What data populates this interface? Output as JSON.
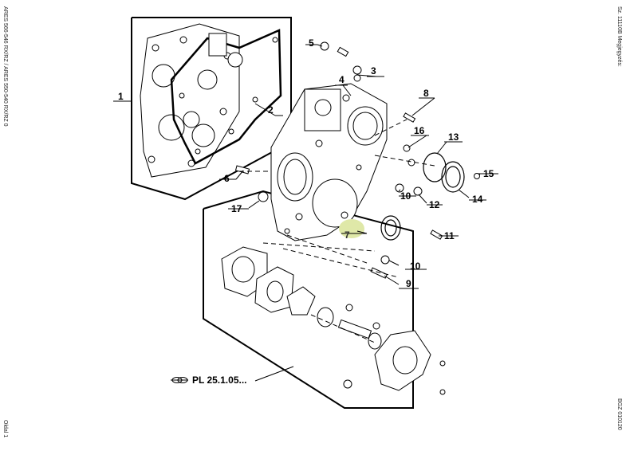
{
  "side_text": {
    "left_top": "ARES 566-546 RX/RZ / ARES 550-540 RX/RZ 0",
    "left_bottom": "Oldal 1",
    "right_top": "Sz. 11110B  Megjegyzés:",
    "right_bottom": "BGZ 010120"
  },
  "callouts": [
    {
      "id": "1",
      "label": "1"
    },
    {
      "id": "2",
      "label": "2"
    },
    {
      "id": "3",
      "label": "3"
    },
    {
      "id": "4",
      "label": "4"
    },
    {
      "id": "5",
      "label": "5"
    },
    {
      "id": "6",
      "label": "6"
    },
    {
      "id": "7",
      "label": "7",
      "highlight": true
    },
    {
      "id": "8",
      "label": "8"
    },
    {
      "id": "9",
      "label": "9"
    },
    {
      "id": "10a",
      "label": "10"
    },
    {
      "id": "10b",
      "label": "10"
    },
    {
      "id": "11",
      "label": "11"
    },
    {
      "id": "12",
      "label": "12"
    },
    {
      "id": "13",
      "label": "13"
    },
    {
      "id": "14",
      "label": "14"
    },
    {
      "id": "15",
      "label": "15"
    },
    {
      "id": "16",
      "label": "16"
    },
    {
      "id": "17",
      "label": "17"
    }
  ],
  "reference": {
    "label": "PL  25.1.05..."
  },
  "colors": {
    "highlight": "#dfe8a8",
    "line": "#000000"
  }
}
